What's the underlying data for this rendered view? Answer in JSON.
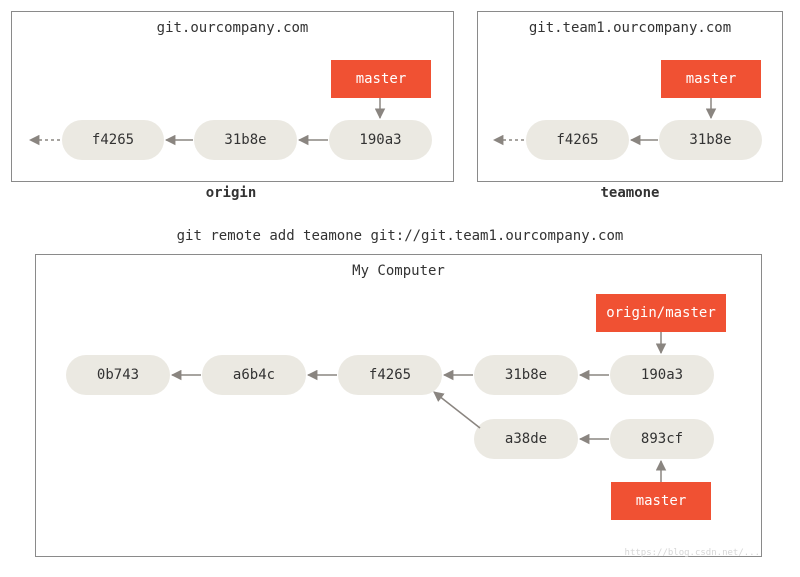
{
  "origin": {
    "host": "git.ourcompany.com",
    "name": "origin",
    "commits": [
      "f4265",
      "31b8e",
      "190a3"
    ],
    "branch": "master"
  },
  "teamone": {
    "host": "git.team1.ourcompany.com",
    "name": "teamone",
    "commits": [
      "f4265",
      "31b8e"
    ],
    "branch": "master"
  },
  "command": "git remote add teamone git://git.team1.ourcompany.com",
  "local": {
    "title": "My Computer",
    "main_commits": [
      "0b743",
      "a6b4c",
      "f4265",
      "31b8e",
      "190a3"
    ],
    "side_commits": [
      "a38de",
      "893cf"
    ],
    "remote_branch": "origin/master",
    "branch": "master"
  },
  "colors": {
    "branch": "#f05133",
    "commit": "#ebe9e2",
    "arrow": "#8a8580",
    "border": "#8a8a8a"
  },
  "watermark": "https://blog.csdn.net/..."
}
